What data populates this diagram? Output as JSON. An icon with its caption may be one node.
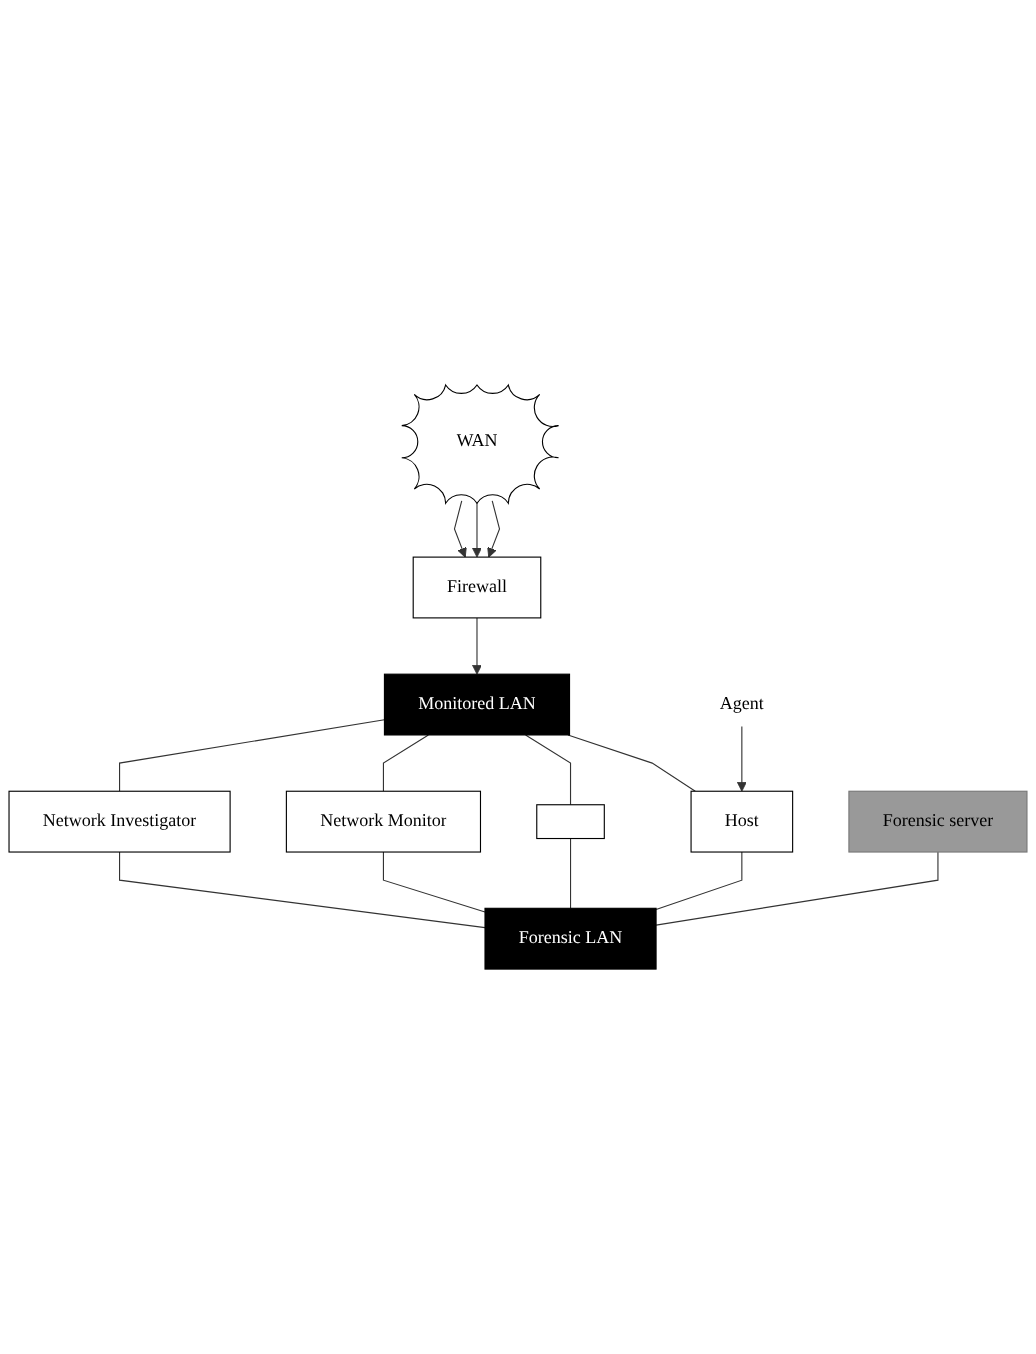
{
  "diagram": {
    "nodes": [
      {
        "text": [
          "WAN"
        ]
      },
      {
        "text": [
          "Firewall"
        ]
      },
      {
        "text": [
          "Monitored LAN"
        ]
      },
      {
        "text": [
          "Network Investigator"
        ]
      },
      {
        "text": [
          "Network Monitor"
        ]
      },
      {
        "text": [],
        "shape": "box"
      },
      {
        "text": [
          "Host"
        ]
      },
      {
        "text": [
          "Agent"
        ]
      },
      {
        "text": [
          "Forensic server"
        ]
      },
      {
        "text": [
          "Forensic LAN"
        ]
      }
    ],
    "edges": [
      {
        "from": 0,
        "to": 1,
        "arrow": "to"
      },
      {
        "from": 0,
        "to": 1,
        "arrow": "to"
      },
      {
        "from": 0,
        "to": 1,
        "arrow": "to"
      },
      {
        "from": 1,
        "to": 2,
        "arrow": "to"
      },
      {
        "from": 2,
        "to": 3,
        "arrow": "none"
      },
      {
        "from": 2,
        "to": 4,
        "arrow": "none"
      },
      {
        "from": 2,
        "to": 5,
        "arrow": "none"
      },
      {
        "from": 2,
        "to": 6,
        "arrow": "none"
      },
      {
        "from": 7,
        "to": 6,
        "arrow": "to"
      },
      {
        "from": 3,
        "to": 9,
        "arrow": "none"
      },
      {
        "from": 4,
        "to": 9,
        "arrow": "none"
      },
      {
        "from": 5,
        "to": 9,
        "arrow": "none"
      },
      {
        "from": 6,
        "to": 9,
        "arrow": "none"
      },
      {
        "from": 8,
        "to": 9,
        "arrow": "none"
      }
    ]
  }
}
